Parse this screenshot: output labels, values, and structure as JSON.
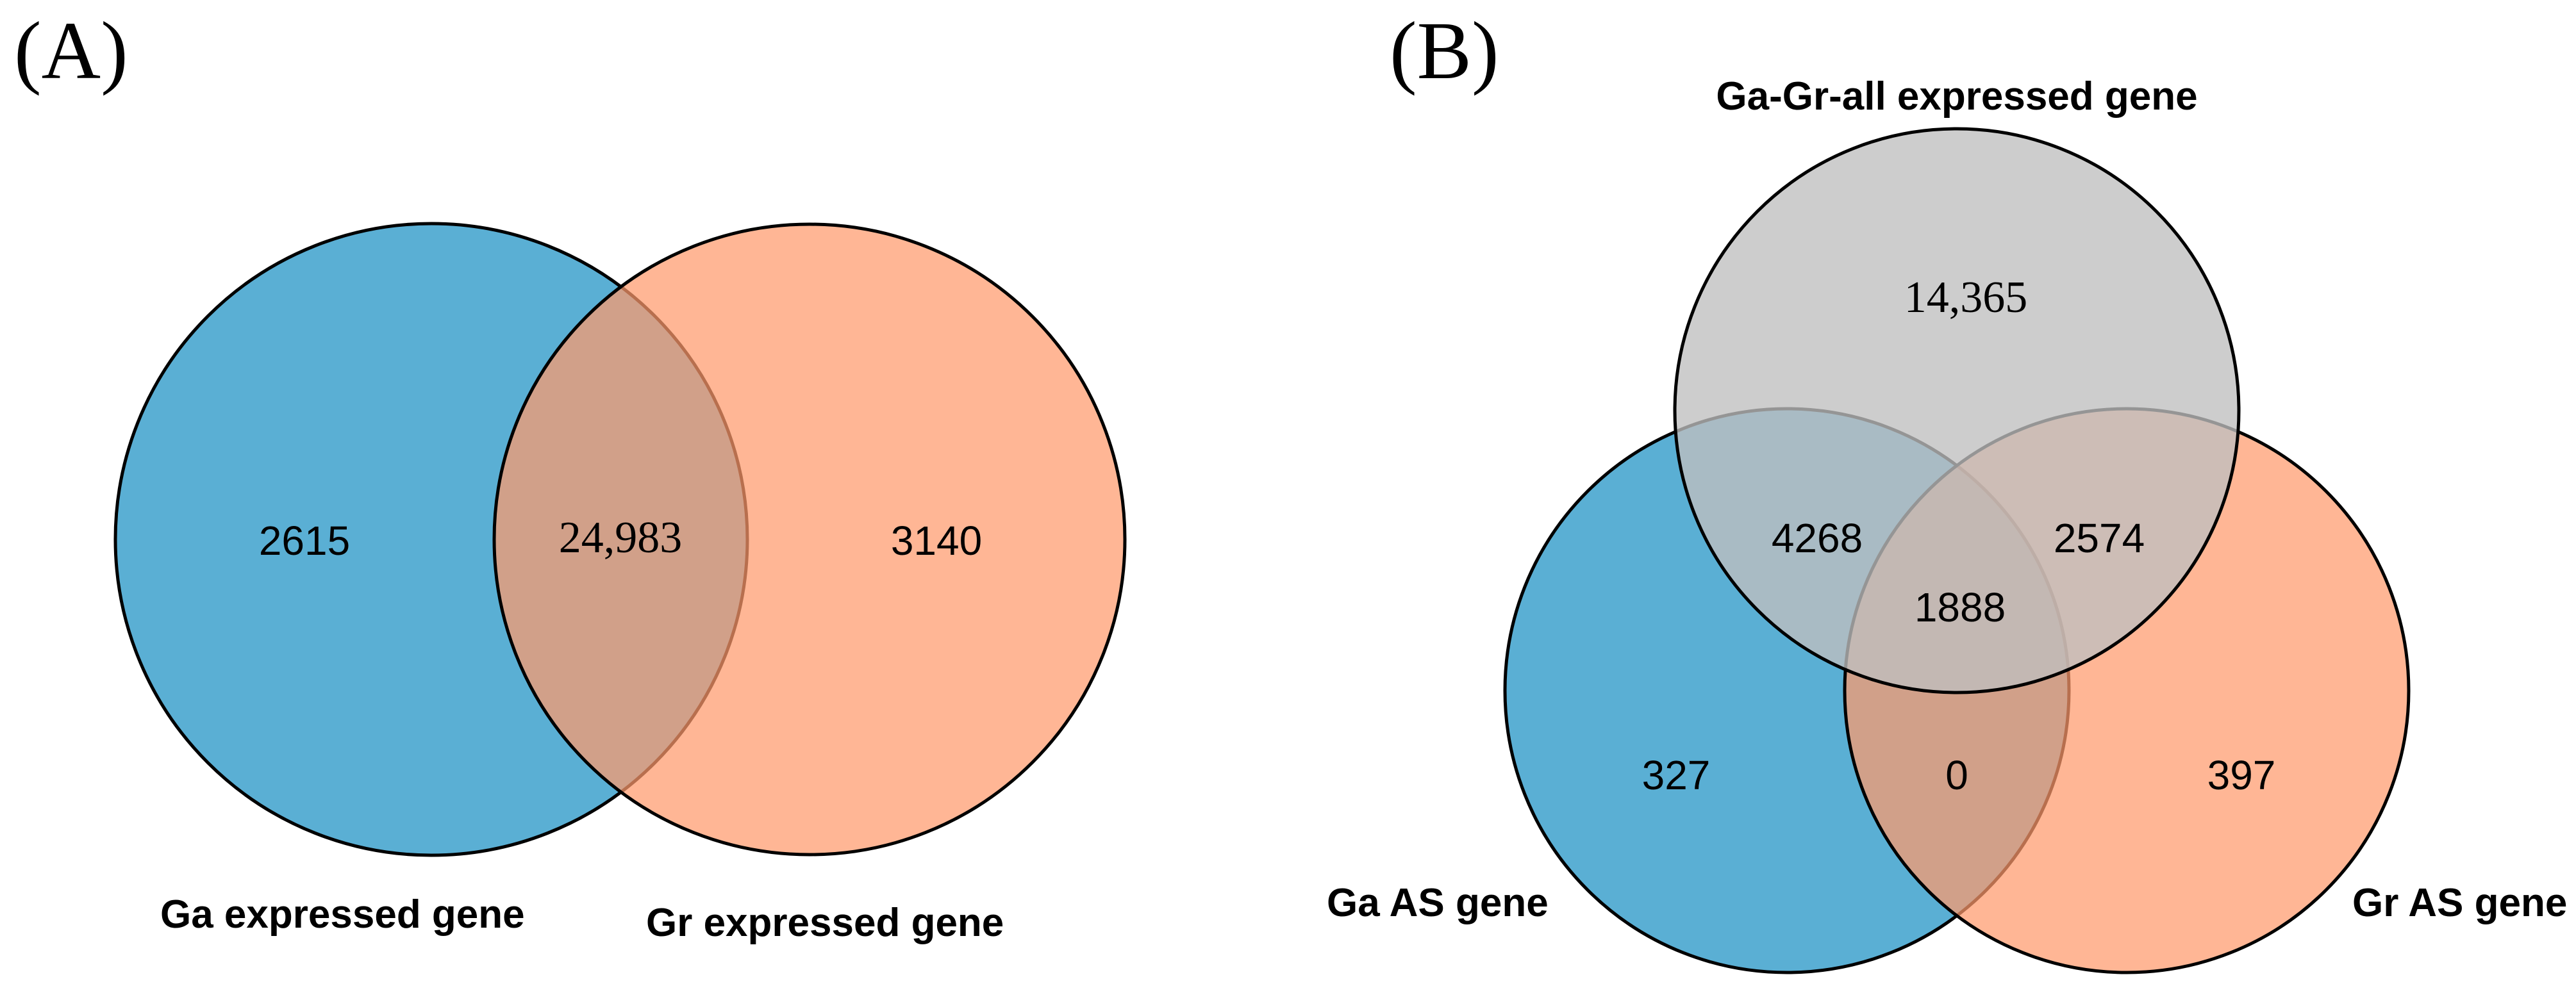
{
  "colors": {
    "ga": "#5aafd4",
    "gr": "#ff9a6c",
    "all": "#bfbfbf",
    "outline": "#000000"
  },
  "panel_a": {
    "label": "(A)",
    "sets": {
      "ga": "Ga expressed gene",
      "gr": "Gr expressed gene"
    },
    "regions": {
      "ga_only": "2615",
      "ga_gr": "24,983",
      "gr_only": "3140"
    }
  },
  "panel_b": {
    "label": "(B)",
    "sets": {
      "all": "Ga-Gr-all expressed gene",
      "ga_as": "Ga AS  gene",
      "gr_as": "Gr AS gene"
    },
    "regions": {
      "all_only": "14,365",
      "all_ga": "4268",
      "all_gr": "2574",
      "all_ga_gr": "1888",
      "ga_only": "327",
      "ga_gr": "0",
      "gr_only": "397"
    }
  }
}
